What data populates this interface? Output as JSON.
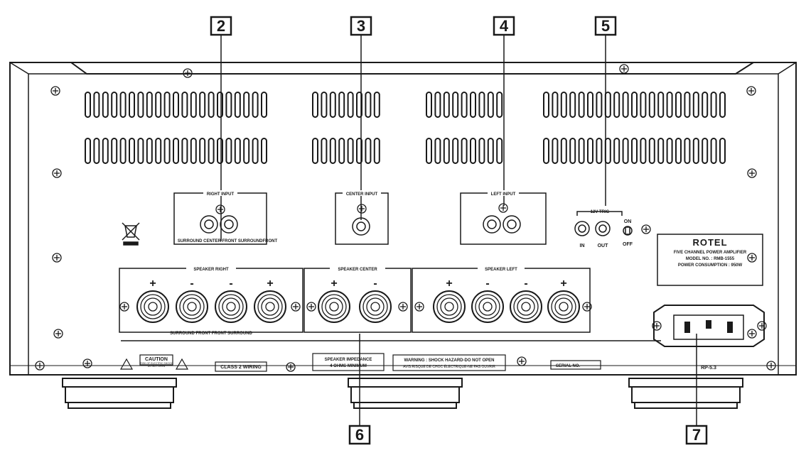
{
  "callouts": [
    {
      "number": "2"
    },
    {
      "number": "3"
    },
    {
      "number": "4"
    },
    {
      "number": "5"
    },
    {
      "number": "6"
    },
    {
      "number": "7"
    }
  ],
  "inputs": {
    "right_label": "RIGHT INPUT",
    "right_sublabel": "SURROUND CENTER FRONT SURROUNDFRONT",
    "center_label": "CENTER INPUT",
    "left_label": "LEFT INPUT"
  },
  "trigger": {
    "label": "12V TRIG",
    "in_label": "IN",
    "out_label": "OUT",
    "on_label": "ON",
    "off_label": "OFF"
  },
  "nameplate": {
    "brand": "ROTEL",
    "line1": "FIVE CHANNEL POWER AMPLIFIER",
    "line2": "MODEL NO. : RMB-1555",
    "line3": "POWER CONSUMPTION : 950W"
  },
  "speakers": {
    "right_label": "SPEAKER RIGHT",
    "center_label": "SPEAKER CENTER",
    "left_label": "SPEAKER LEFT",
    "right_sublabel": "SURROUND FRONT FRONT SURROUND",
    "plus": "+",
    "minus": "-"
  },
  "labels": {
    "caution": "CAUTION",
    "caution_sub1": "RISK OF ELECTRIC SHOCK",
    "caution_sub2": "DO NOT OPEN",
    "class2": "CLASS 2 WIRING",
    "impedance1": "SPEAKER IMPEDANCE",
    "impedance2": "4 OHMS MINIMUM",
    "warning1": "WARNING : SHOCK HAZARD-DO NOT OPEN",
    "warning2": "AVIS:RISQUE DE CHOC ÉLECTRIQUE-NE PAS OUVRIR",
    "serial": "SERIAL NO.",
    "power_model": "RP-5.3"
  },
  "colors": {
    "line": "#1a1a1a",
    "panel_fill": "#ffffff"
  }
}
